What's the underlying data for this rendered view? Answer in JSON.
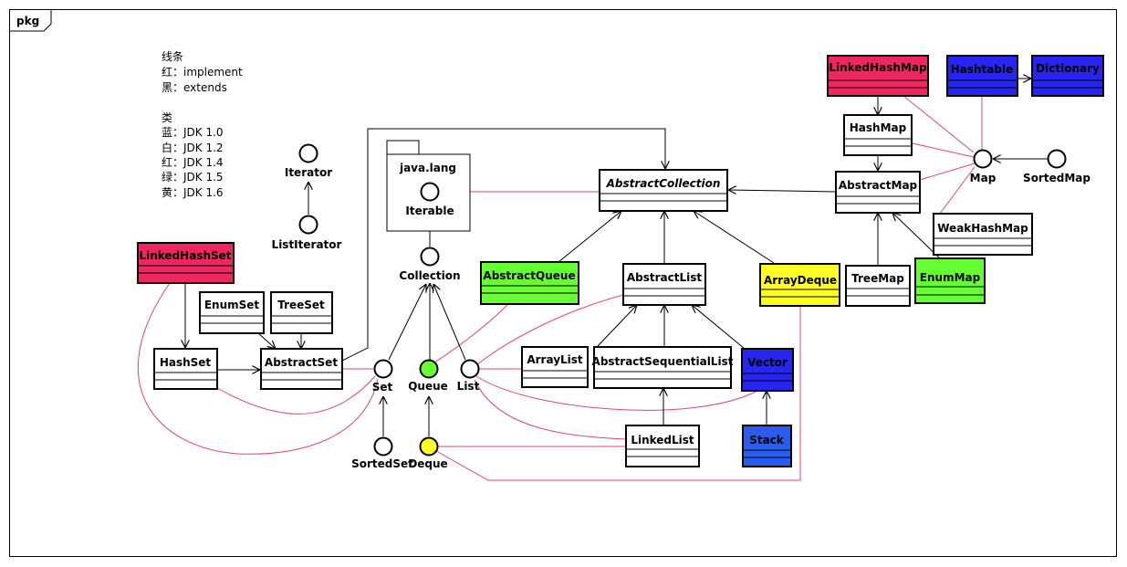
{
  "frame": {
    "label": "pkg"
  },
  "legend": {
    "lines_title": "线条",
    "red_line": "红：implement",
    "black_line": "黑：extends",
    "class_title": "类",
    "blue": "蓝：JDK 1.0",
    "white": "白：JDK 1.2",
    "red": "红：JDK 1.4",
    "green": "绿：JDK 1.5",
    "yellow": "黄：JDK 1.6"
  },
  "package": {
    "name": "java.lang"
  },
  "colors": {
    "blue": "#2626f0",
    "white": "#ffffff",
    "red": "#f02660",
    "green": "#66ff33",
    "yellow": "#ffff26",
    "implement_line": "#e0447a",
    "extends_line": "#000000",
    "stack_blue": "#2a5cf0"
  },
  "classes": {
    "linkedhashmap": "LinkedHashMap",
    "hashtable": "Hashtable",
    "dictionary": "Dictionary",
    "hashmap": "HashMap",
    "abstractmap": "AbstractMap",
    "weakhashmap": "WeakHashMap",
    "treemap": "TreeMap",
    "enummap": "EnumMap",
    "abstractcollection": "AbstractCollection",
    "abstractqueue": "AbstractQueue",
    "abstractlist": "AbstractList",
    "arraydeque": "ArrayDeque",
    "arraylist": "ArrayList",
    "abstractsequentiallist": "AbstractSequentialList",
    "vector": "Vector",
    "stack": "Stack",
    "linkedlist": "LinkedList",
    "linkedhashset": "LinkedHashSet",
    "enumset": "EnumSet",
    "treeset": "TreeSet",
    "hashset": "HashSet",
    "abstractset": "AbstractSet"
  },
  "interfaces": {
    "iterator": "Iterator",
    "listiterator": "ListIterator",
    "iterable": "Iterable",
    "collection": "Collection",
    "set": "Set",
    "queue": "Queue",
    "list": "List",
    "sortedset": "SortedSet",
    "deque": "Deque",
    "map": "Map",
    "sortedmap": "SortedMap"
  }
}
